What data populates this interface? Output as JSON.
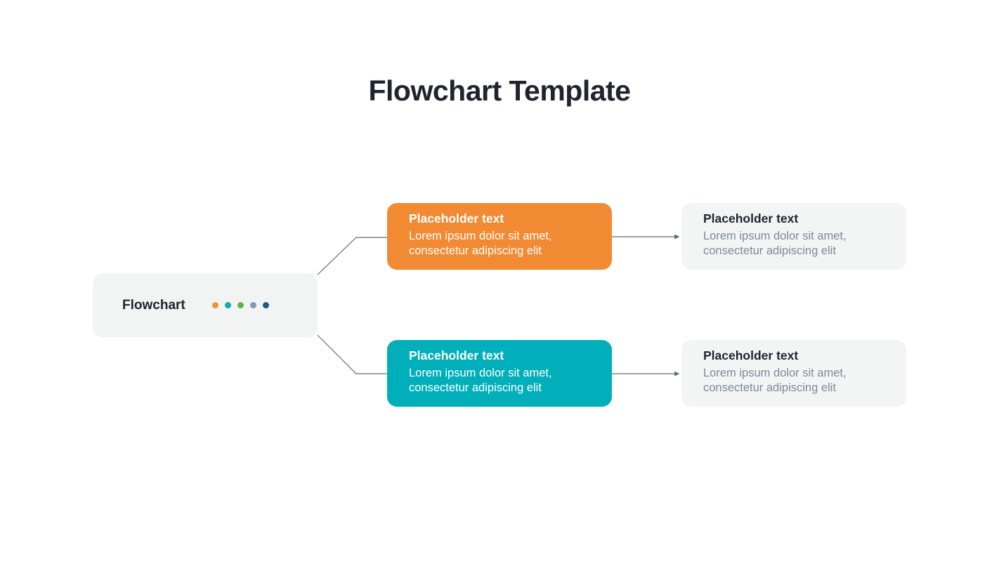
{
  "page": {
    "title": "Flowchart Template"
  },
  "root": {
    "label": "Flowchart",
    "dot_colors": [
      "#f0913b",
      "#12a9b8",
      "#5bb54b",
      "#7f99b4",
      "#1a5d7d"
    ]
  },
  "nodes": {
    "branch_top": {
      "title": "Placeholder text",
      "body": "Lorem ipsum dolor sit amet, consectetur adipiscing elit",
      "bg": "#f18a33"
    },
    "branch_bottom": {
      "title": "Placeholder text",
      "body": "Lorem ipsum dolor sit amet, consectetur adipiscing elit",
      "bg": "#00afba"
    },
    "leaf_top": {
      "title": "Placeholder text",
      "body": "Lorem ipsum dolor sit amet, consectetur adipiscing elit",
      "bg": "#f3f4f4"
    },
    "leaf_bottom": {
      "title": "Placeholder text",
      "body": "Lorem ipsum dolor sit amet, consectetur adipiscing elit",
      "bg": "#f3f4f4"
    }
  },
  "colors": {
    "title_text": "#21242f",
    "root_bg": "#f2f4f4",
    "gray_body_text": "#7a8b9c",
    "connector": "#5e6e7e"
  }
}
